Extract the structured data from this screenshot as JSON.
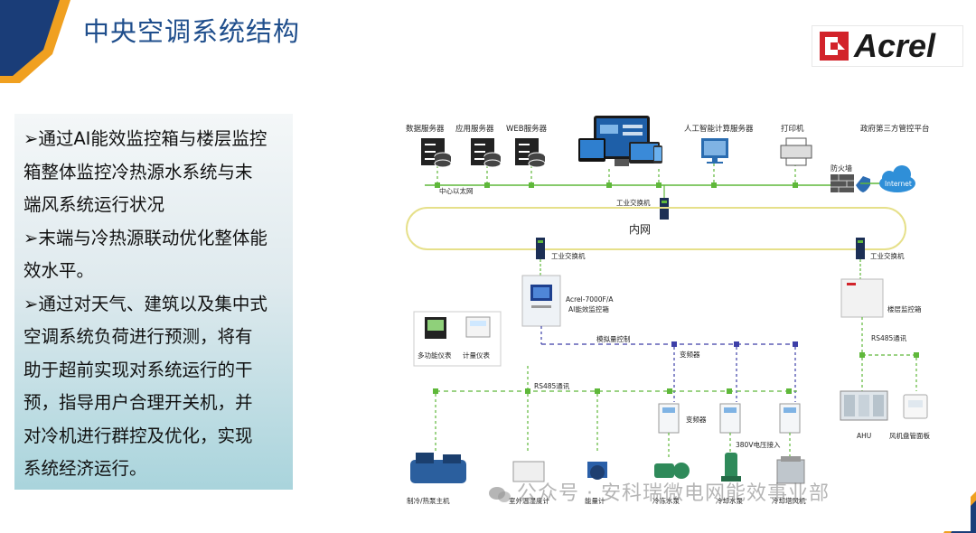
{
  "page": {
    "title": "中央空调系统结构",
    "logo_text": "Acrel",
    "watermark": "公众号 · 安科瑞微电网能效事业部"
  },
  "bullets": [
    "通过AI能效监控箱与楼层监控箱整体监控冷热源水系统与末端风系统运行状况",
    "末端与冷热源联动优化整体能效水平。",
    "通过对天气、建筑以及集中式空调系统负荷进行预测，将有助于超前实现对系统运行的干预，指导用户合理开关机，并对冷机进行群控及优化，实现系统经济运行。"
  ],
  "bullet_lines": [
    [
      "通过AI能效监控箱与楼层监控",
      "箱整体监控冷热源水系统与末",
      "端风系统运行状况"
    ],
    [
      "末端与冷热源联动优化整体能",
      "效水平。"
    ],
    [
      "通过对天气、建筑以及集中式",
      "空调系统负荷进行预测，将有",
      "助于超前实现对系统运行的干",
      "预，指导用户合理开关机，并",
      "对冷机进行群控及优化，实现",
      "系统经济运行。"
    ]
  ],
  "bullet_mark": "➢",
  "diagram": {
    "servers": {
      "data": "数据服务器",
      "app": "应用服务器",
      "web": "WEB服务器"
    },
    "ai_server": "人工智能计算服务器",
    "printer": "打印机",
    "gov_platform": "政府第三方管控平台",
    "firewall": "防火墙",
    "internet": "Internet",
    "ethernet": "中心以太网",
    "switch": "工业交换机",
    "intranet": "内网",
    "ai_box_line1": "Acrel-7000F/A",
    "ai_box_line2": "AI能效监控箱",
    "floor_box": "楼层监控箱",
    "analog_control": "模拟量控制",
    "inverter": "变频器",
    "rs485": "RS485通讯",
    "multi_meter": "多功能仪表",
    "metering": "计量仪表",
    "voltage": "380V电压接入",
    "ahu": "AHU",
    "fcu_panel": "风机盘管面板",
    "chiller": "制冷/热泵主机",
    "outdoor_sensor": "室外温湿度计",
    "energy_meter": "能量计",
    "chilled_pump": "冷冻水泵",
    "cooling_pump": "冷却水泵",
    "cooling_tower": "冷却塔风机"
  },
  "colors": {
    "title": "#1f4e8c",
    "green_line": "#5fb83a",
    "ring": "#e6e08a",
    "analog_line": "#3d3fa8",
    "corner_blue": "#1a3d78",
    "corner_orange": "#f0a020"
  }
}
